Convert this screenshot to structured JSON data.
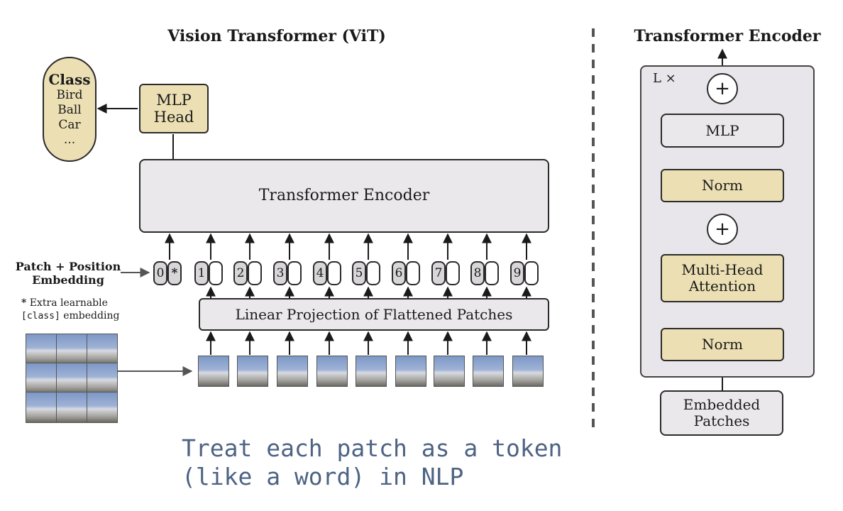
{
  "left": {
    "title": "Vision Transformer (ViT)",
    "class_box": {
      "heading": "Class",
      "items": [
        "Bird",
        "Ball",
        "Car",
        "..."
      ]
    },
    "mlp_head": "MLP\nHead",
    "transformer_encoder": "Transformer Encoder",
    "patch_position_label": "Patch + Position\nEmbedding",
    "extra_note_star": "*",
    "extra_note_line1": "Extra learnable",
    "extra_note_code": "[class]",
    "extra_note_line2": "embedding",
    "linear_projection": "Linear Projection of Flattened Patches",
    "tokens": [
      "0",
      "1",
      "2",
      "3",
      "4",
      "5",
      "6",
      "7",
      "8",
      "9"
    ],
    "class_token_marker": "*"
  },
  "right": {
    "title": "Transformer Encoder",
    "repeat": "L ×",
    "plus": "+",
    "mlp": "MLP",
    "norm_top": "Norm",
    "attention": "Multi-Head\nAttention",
    "norm_bottom": "Norm",
    "input": "Embedded\nPatches"
  },
  "caption": [
    "Treat each patch as a token",
    "(like a word) in NLP"
  ],
  "colors": {
    "grey_box": "#ebe8ec",
    "tan_box": "#ebdfb3",
    "caption": "#4d6384"
  }
}
